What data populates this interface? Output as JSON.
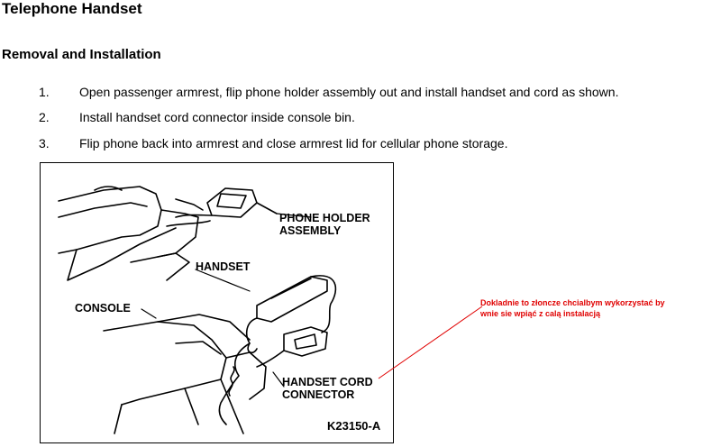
{
  "document": {
    "title": "Telephone Handset",
    "section": "Removal and Installation",
    "steps": [
      {
        "num": "1.",
        "text": "Open passenger armrest, flip phone holder assembly out and install handset and cord as shown."
      },
      {
        "num": "2.",
        "text": "Install handset cord connector inside console bin."
      },
      {
        "num": "3.",
        "text": "Flip phone back into armrest and close armrest lid for cellular phone storage."
      }
    ]
  },
  "figure": {
    "labels": {
      "phone_holder_line1": "PHONE HOLDER",
      "phone_holder_line2": "ASSEMBLY",
      "handset": "HANDSET",
      "console": "CONSOLE",
      "cord_connector_line1": "HANDSET CORD",
      "cord_connector_line2": "CONNECTOR"
    },
    "code": "K23150-A"
  },
  "annotation": {
    "line1": "Dokladnie to złoncze chcialbym wykorzystać by",
    "line2": "wnie sie wpiąć z calą instalacją",
    "color": "#e00000"
  }
}
